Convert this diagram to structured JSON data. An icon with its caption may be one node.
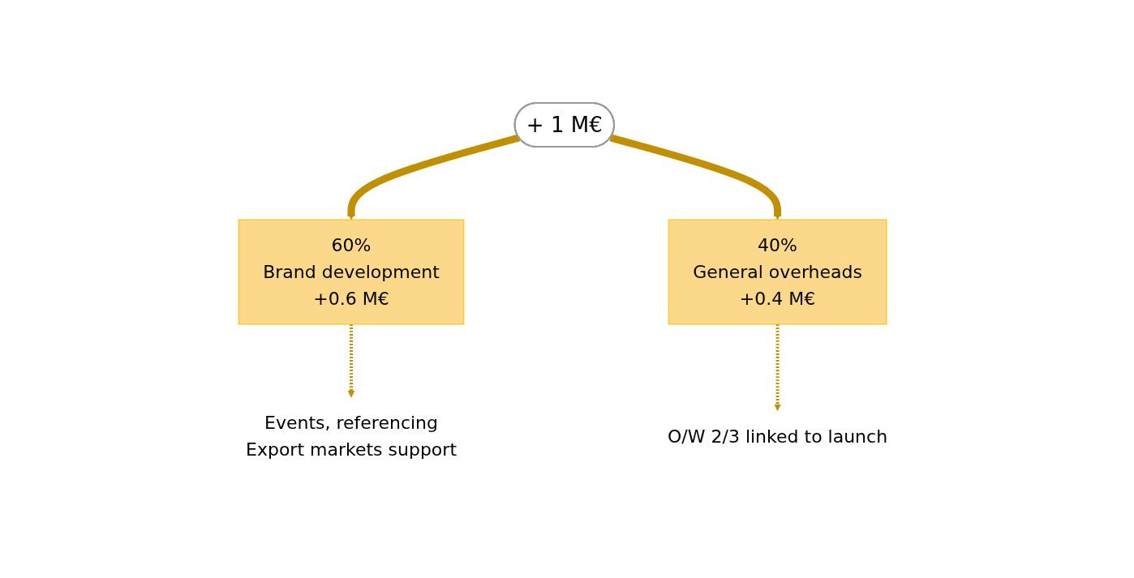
{
  "diagram": {
    "nodes": [
      {
        "text": [
          "+ 1 M€"
        ]
      },
      {
        "text": [
          "60%",
          "Brand development",
          "+0.6 M€"
        ]
      },
      {
        "text": [
          "40%",
          "General overheads",
          "+0.4 M€"
        ]
      },
      {
        "text": [
          "Events, referencing",
          "Export markets support"
        ]
      },
      {
        "text": [
          "O/W 2/3 linked to launch"
        ]
      }
    ],
    "edges": [
      {
        "from": 0,
        "to": 1,
        "arrow": "to",
        "style": "thick"
      },
      {
        "from": 0,
        "to": 2,
        "arrow": "to",
        "style": "thick"
      },
      {
        "from": 1,
        "to": 3,
        "arrow": "to",
        "style": "dashed"
      },
      {
        "from": 2,
        "to": 4,
        "arrow": "to",
        "style": "dashed"
      }
    ]
  }
}
